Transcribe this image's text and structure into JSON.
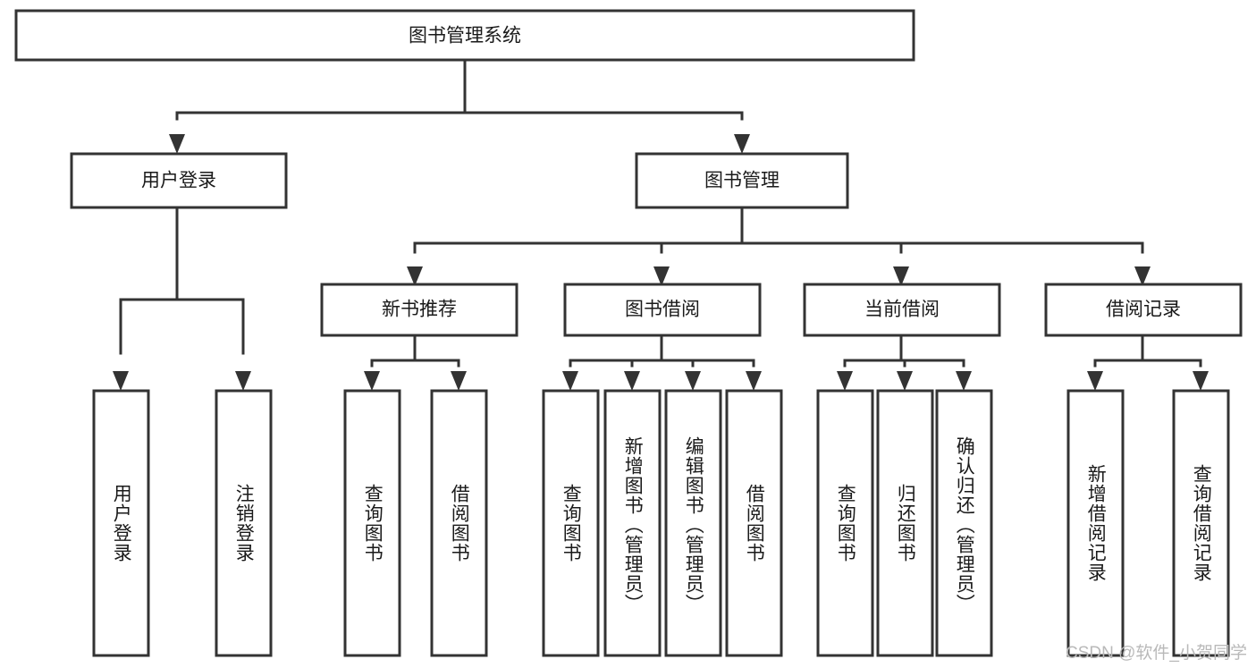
{
  "diagram": {
    "type": "tree-hierarchy-chart",
    "title": "图书管理系统",
    "watermark": "CSDN @软件_小贺同学",
    "colors": {
      "box_stroke": "#333333",
      "box_fill": "#ffffff",
      "text": "#1a1a1a",
      "watermark": "#b9b9b9",
      "background": "#ffffff"
    },
    "levels": {
      "root": {
        "label": "图书管理系统"
      },
      "level2": [
        {
          "label": "用户登录"
        },
        {
          "label": "图书管理"
        }
      ],
      "level3": [
        {
          "label": "新书推荐"
        },
        {
          "label": "图书借阅"
        },
        {
          "label": "当前借阅"
        },
        {
          "label": "借阅记录"
        }
      ],
      "leaves": {
        "user_login": [
          {
            "label": "用户登录"
          },
          {
            "label": "注销登录"
          }
        ],
        "new_book_recommend": [
          {
            "label": "查询图书"
          },
          {
            "label": "借阅图书"
          }
        ],
        "book_borrow": [
          {
            "label": "查询图书"
          },
          {
            "label": "新增图书（管理员）"
          },
          {
            "label": "编辑图书（管理员）"
          },
          {
            "label": "借阅图书"
          }
        ],
        "current_borrow": [
          {
            "label": "查询图书"
          },
          {
            "label": "归还图书"
          },
          {
            "label": "确认归还（管理员）"
          }
        ],
        "borrow_record": [
          {
            "label": "新增借阅记录"
          },
          {
            "label": "查询借阅记录"
          }
        ]
      }
    },
    "edges": [
      {
        "from": "图书管理系统",
        "to": "用户登录"
      },
      {
        "from": "图书管理系统",
        "to": "图书管理"
      },
      {
        "from": "用户登录",
        "to": "用户登录"
      },
      {
        "from": "用户登录",
        "to": "注销登录"
      },
      {
        "from": "图书管理",
        "to": "新书推荐"
      },
      {
        "from": "图书管理",
        "to": "图书借阅"
      },
      {
        "from": "图书管理",
        "to": "当前借阅"
      },
      {
        "from": "图书管理",
        "to": "借阅记录"
      },
      {
        "from": "新书推荐",
        "to": "查询图书"
      },
      {
        "from": "新书推荐",
        "to": "借阅图书"
      },
      {
        "from": "图书借阅",
        "to": "查询图书"
      },
      {
        "from": "图书借阅",
        "to": "新增图书（管理员）"
      },
      {
        "from": "图书借阅",
        "to": "编辑图书（管理员）"
      },
      {
        "from": "图书借阅",
        "to": "借阅图书"
      },
      {
        "from": "当前借阅",
        "to": "查询图书"
      },
      {
        "from": "当前借阅",
        "to": "归还图书"
      },
      {
        "from": "当前借阅",
        "to": "确认归还（管理员）"
      },
      {
        "from": "借阅记录",
        "to": "新增借阅记录"
      },
      {
        "from": "借阅记录",
        "to": "查询借阅记录"
      }
    ]
  }
}
